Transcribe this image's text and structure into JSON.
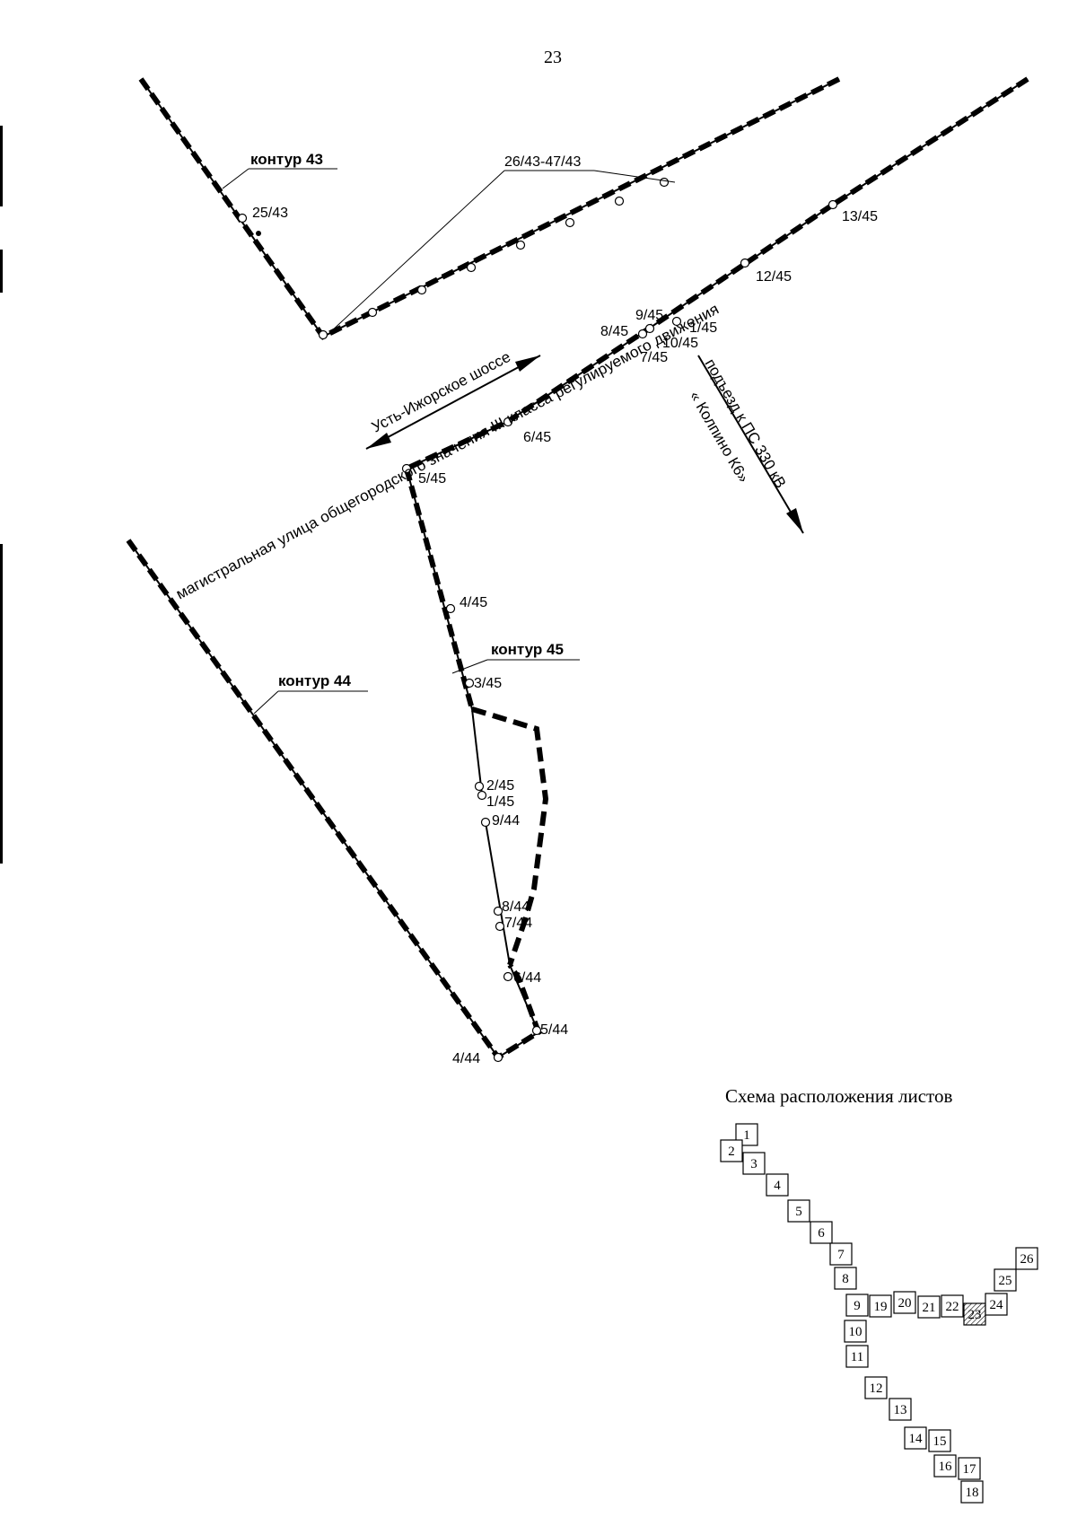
{
  "page": {
    "number": "23"
  },
  "contours": {
    "c43": "контур 43",
    "c44": "контур 44",
    "c45": "контур 45"
  },
  "points": {
    "p25_43": "25/43",
    "p26_47_43": "26/43-47/43",
    "p13_45": "13/45",
    "p12_45": "12/45",
    "p9_45": "9/45",
    "p8_45": "8/45",
    "p1_45a": "1/45",
    "p10_45": "10/45",
    "p7_45": "7/45",
    "p6_45": "6/45",
    "p5_45": "5/45",
    "p4_45": "4/45",
    "p3_45": "3/45",
    "p2_45": "2/45",
    "p1_45b": "1/45",
    "p9_44": "9/44",
    "p8_44": "8/44",
    "p7_44": "7/44",
    "p6_44": "6/44",
    "p5_44": "5/44",
    "p4_44": "4/44"
  },
  "roads": {
    "ust_izhorskoe": "Усть-Ижорское шоссе",
    "main_street": "магистральная улица общегородского значения III класса регулируемого движения",
    "approach_line1": "подъезд к ПС 330 кВ",
    "approach_line2": "« Колпино К6»"
  },
  "sheet_index": {
    "title": "Схема расположения листов",
    "sheets": [
      "1",
      "2",
      "3",
      "4",
      "5",
      "6",
      "7",
      "8",
      "9",
      "10",
      "11",
      "12",
      "13",
      "14",
      "15",
      "16",
      "17",
      "18",
      "19",
      "20",
      "21",
      "22",
      "23",
      "24",
      "25",
      "26"
    ],
    "current": "23"
  }
}
